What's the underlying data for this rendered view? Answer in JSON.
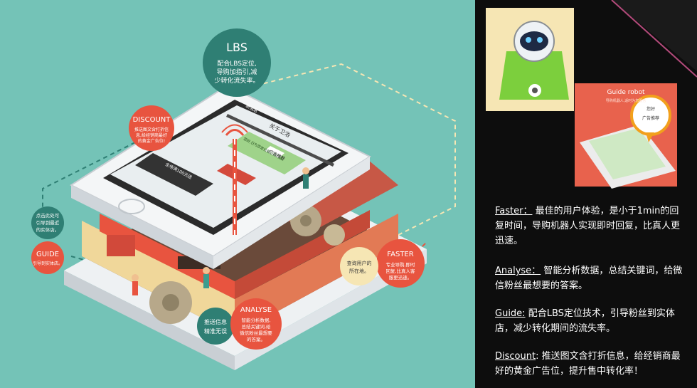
{
  "colors": {
    "background": "#74c3b7",
    "panel": "#0d0d0d",
    "red": "#e8543f",
    "green": "#3fa89a",
    "yellow": "#f6e6b4",
    "phone": "#f4f6f7",
    "gear": "#b7a88a"
  },
  "bubbles": {
    "lbs": {
      "title": "LBS",
      "line1": "配合LBS定位,",
      "line2": "导购加指引,减",
      "line3": "少转化流失率。"
    },
    "discount": {
      "title": "DISCOUNT",
      "line1": "推送图文含打折信",
      "line2": "息,给经销商最好",
      "line3": "的黄金广告位!"
    },
    "guide_left": {
      "line1": "点击此处可",
      "line2": "引导到最近",
      "line3": "的实体店。"
    },
    "guide": {
      "title": "GUIDE",
      "line1": "引导到实体店。"
    },
    "faster": {
      "title": "FASTER",
      "line1": "专业导购,即时",
      "line2": "回复,比真人客",
      "line3": "服更迅速。"
    },
    "user_location": {
      "line1": "查询用户的",
      "line2": "所在地。"
    },
    "push": {
      "line1": "推送信息",
      "line2": "精准无误"
    },
    "analyse": {
      "title": "ANALYSE",
      "line1": "智能分析数据,",
      "line2": "总结关键词,给",
      "line3": "微信粉丝最想要",
      "line4": "的答案。"
    }
  },
  "phone_screen": {
    "header": "关于卫浴",
    "tab": "新消息",
    "reply": "广告推荐",
    "promo": "全场满100元送",
    "chat": "您好,已为您定位最近的门店。"
  },
  "guide_robot": {
    "title": "Guide robot",
    "subtitle": "导购机器人,适时为您服务",
    "tag1": "您好",
    "tag2": "广告推荐"
  },
  "features": [
    {
      "key": "Faster：",
      "text": " 最佳的用户体验，是小于1min的回复时间，导购机器人实现即时回复，比真人更迅速。"
    },
    {
      "key": "Analyse：",
      "text": " 智能分析数据，总结关键词，给微信粉丝最想要的答案。"
    },
    {
      "key": "Guide:",
      "text": " 配合LBS定位技术，引导粉丝到实体店，减少转化期间的流失率。"
    },
    {
      "key": "Discount",
      "text": ": 推送图文含打折信息，给经销商最好的黄金广告位，提升售中转化率！"
    }
  ]
}
